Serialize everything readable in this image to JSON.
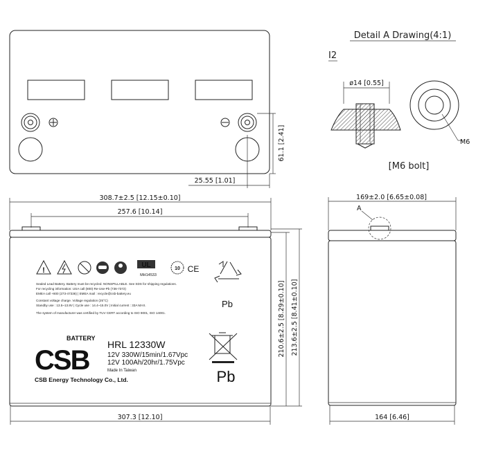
{
  "detail": {
    "title": "Detail A Drawing(4:1)",
    "terminal_code": "I2",
    "dia_label": "ø14 [0.55]",
    "thread_label": "M6",
    "bolt_label": "[M6 bolt]"
  },
  "top_view": {
    "height_dim": "61.1 [2.41]",
    "offset_dim": "25.55 [1.01]"
  },
  "front_view": {
    "overall_width": "308.7±2.5 [12.15±0.10]",
    "terminal_span": "257.6 [10.14]",
    "base_width": "307.3 [12.10]",
    "case_height": "210.6±2.5 [8.29±0.10]",
    "total_height": "213.6±2.5 [8.41±0.10]"
  },
  "side_view": {
    "overall_width": "169±2.0 [6.65±0.08]",
    "base_width": "164 [6.46]",
    "detail_callout": "A"
  },
  "label": {
    "cert_text": "MH14533",
    "ul_text": "UL",
    "ce_text": "CE",
    "pb_recycle": "Pb",
    "warning_lines": [
      "Sealed Lead Battery. Battery must be recycled. NONSPILLABLE. See SDS for shipping regulations.",
      "For recycling information: USA call (800) Re-Use-Pb (736-7372)",
      "EMEA call +800 (273-47336) | EMEA mail : recycle@csb-battery.eu",
      "Constant voltage charge. Voltage regulation (25°C)",
      "Standby use : 13.5~13.8V | Cycle use : 14.4~15.0V | Initial current : 33A MAX.",
      "The system of manufacturer was certified by TUV CERT according to ISO 9001, ISO 14001."
    ],
    "brand_word": "BATTERY",
    "brand_logo": "CSB",
    "model": "HRL 12330W",
    "spec1": "12V 330W/15min/1.67Vpc",
    "spec2": "12V 100Ah/20hr/1.75Vpc",
    "origin": "Made In Taiwan",
    "company": "CSB Energy Technology Co., Ltd.",
    "pb_bin": "Pb"
  }
}
